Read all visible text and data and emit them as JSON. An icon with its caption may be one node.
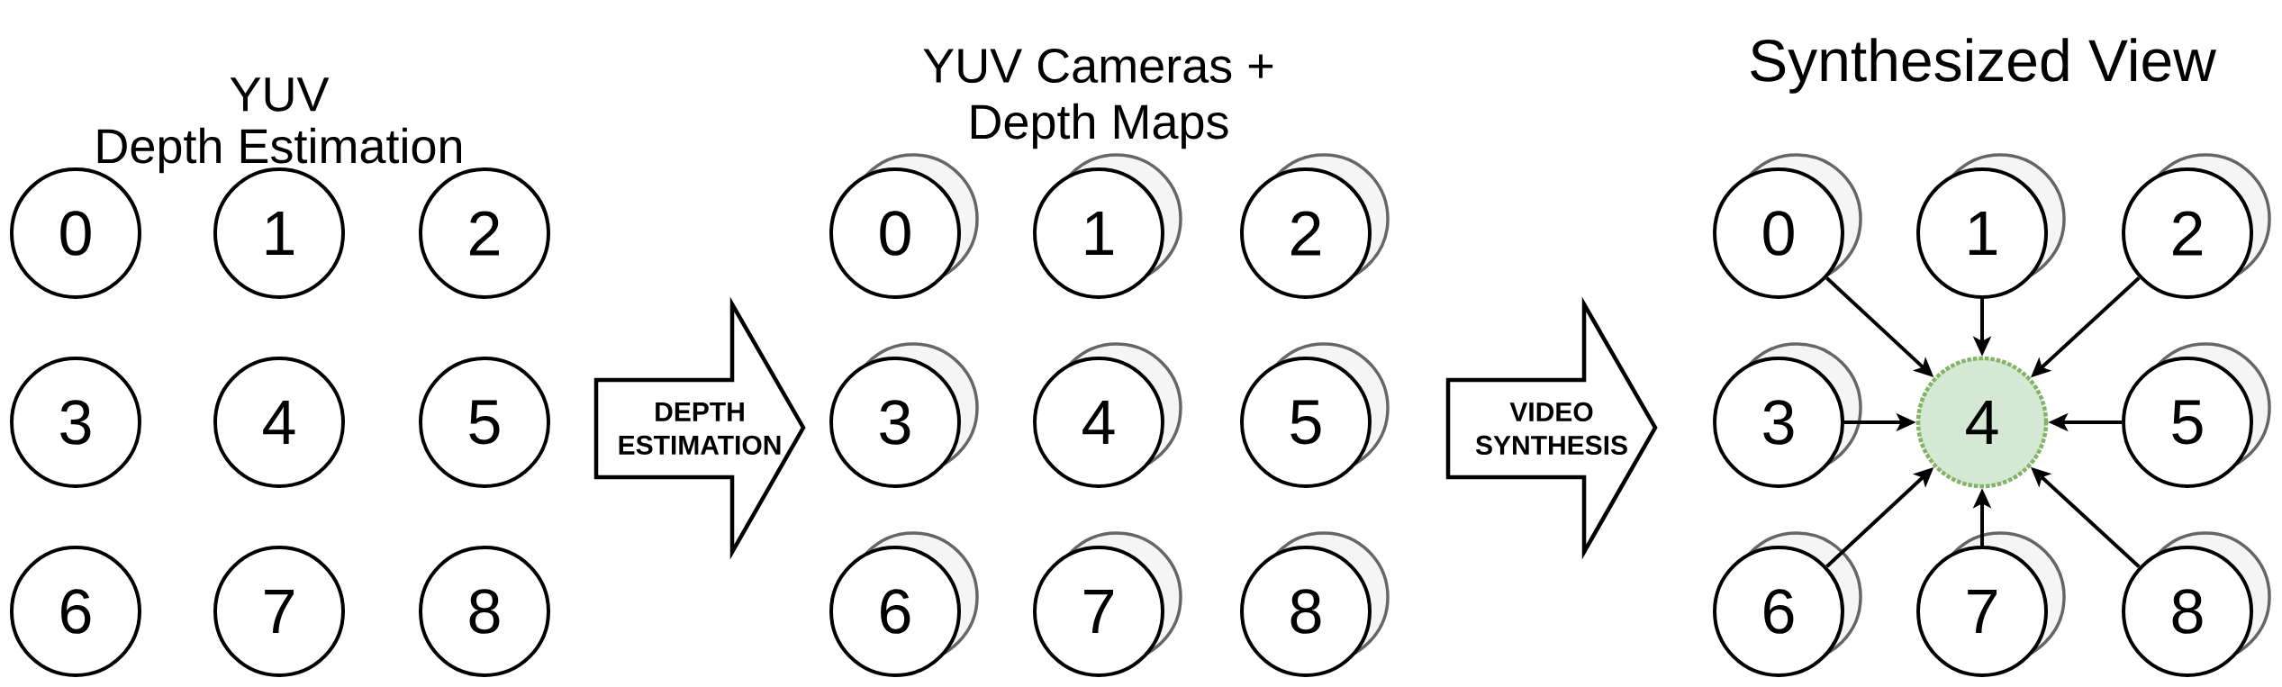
{
  "diagram": {
    "nodes": [
      {
        "text": [
          "0"
        ]
      },
      {
        "text": [
          "1"
        ]
      },
      {
        "text": [
          "2"
        ]
      },
      {
        "text": [
          "3"
        ]
      },
      {
        "text": [
          "4"
        ]
      },
      {
        "text": [
          "5"
        ]
      },
      {
        "text": [
          "6"
        ]
      },
      {
        "text": [
          "7"
        ]
      },
      {
        "text": [
          "8"
        ]
      },
      {
        "text": [
          "DEPTH ESTIMATION"
        ]
      },
      {
        "text": [
          "0"
        ]
      },
      {
        "text": [
          "1"
        ]
      },
      {
        "text": [
          "2"
        ]
      },
      {
        "text": [
          "3"
        ]
      },
      {
        "text": [
          "4"
        ]
      },
      {
        "text": [
          "5"
        ]
      },
      {
        "text": [
          "6"
        ]
      },
      {
        "text": [
          "7"
        ]
      },
      {
        "text": [
          "8"
        ]
      },
      {
        "text": [
          "VIDEO SYNTHESIS"
        ]
      },
      {
        "text": [
          "0"
        ]
      },
      {
        "text": [
          "1"
        ]
      },
      {
        "text": [
          "2"
        ]
      },
      {
        "text": [
          "3"
        ]
      },
      {
        "text": [
          "4"
        ]
      },
      {
        "text": [
          "5"
        ]
      },
      {
        "text": [
          "6"
        ]
      },
      {
        "text": [
          "7"
        ]
      },
      {
        "text": [
          "8"
        ]
      }
    ],
    "edges": [
      {
        "from": 20,
        "to": 24,
        "arrow": "to"
      },
      {
        "from": 21,
        "to": 24,
        "arrow": "to"
      },
      {
        "from": 22,
        "to": 24,
        "arrow": "to"
      },
      {
        "from": 23,
        "to": 24,
        "arrow": "to"
      },
      {
        "from": 25,
        "to": 24,
        "arrow": "to"
      },
      {
        "from": 26,
        "to": 24,
        "arrow": "to"
      },
      {
        "from": 27,
        "to": 24,
        "arrow": "to"
      },
      {
        "from": 28,
        "to": 24,
        "arrow": "to"
      }
    ],
    "labels": [
      "YUV",
      "Depth Estimation",
      "YUV Cameras +",
      "Depth Maps",
      "Synthesized View"
    ]
  }
}
